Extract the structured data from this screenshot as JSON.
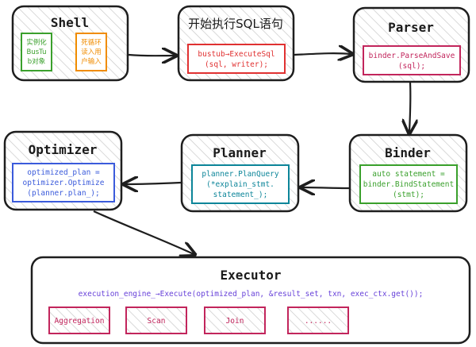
{
  "shell": {
    "title": "Shell",
    "sub1": [
      "实例化",
      "BusTu",
      "b对象"
    ],
    "sub2": [
      "死循环",
      "读入用",
      "户输入"
    ]
  },
  "execute_sql": {
    "title": "开始执行SQL语句",
    "code": [
      "bustub→ExecuteSql",
      "(sql, writer);"
    ]
  },
  "parser": {
    "title": "Parser",
    "code": [
      "binder.ParseAndSave",
      "(sql);"
    ]
  },
  "binder": {
    "title": "Binder",
    "code": [
      "auto statement =",
      "binder.BindStatement",
      "(stmt);"
    ]
  },
  "planner": {
    "title": "Planner",
    "code": [
      "planner.PlanQuery",
      "(*explain_stmt.",
      "statement_);"
    ]
  },
  "optimizer": {
    "title": "Optimizer",
    "code": [
      "optimized_plan =",
      "optimizer.Optimize",
      "(planner.plan_);"
    ]
  },
  "executor": {
    "title": "Executor",
    "code": "execution_engine_→Execute(optimized_plan, &result_set, txn, exec_ctx.get());",
    "ops": [
      "Aggregation",
      "Scan",
      "Join",
      "......"
    ]
  },
  "colors": {
    "hatch": "#c8c8c8",
    "green": "#3aa02c",
    "orange": "#f08c00",
    "red": "#e03131",
    "magenta": "#c2255c",
    "teal": "#0c8599",
    "blue": "#3b5bdb",
    "purple": "#6741d9",
    "ink": "#1e1e1e"
  }
}
